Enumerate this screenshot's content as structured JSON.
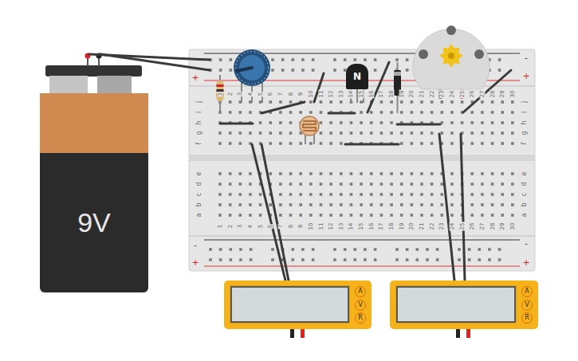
{
  "diagram": {
    "nodes": [
      {
        "text": [
          "9V"
        ]
      },
      {
        "text": [
          "N"
        ]
      },
      {
        "text": [
          "A",
          "V",
          "R"
        ]
      },
      {
        "text": [
          "A",
          "V",
          "R"
        ]
      }
    ],
    "labels": [
      "+",
      "-",
      "+",
      "1",
      "2",
      "3",
      "4",
      "5",
      "6",
      "7",
      "8",
      "9",
      "10",
      "11",
      "12",
      "13",
      "14",
      "15",
      "16",
      "17",
      "18",
      "19",
      "20",
      "21",
      "22",
      "23",
      "24",
      "25",
      "26",
      "27",
      "28",
      "29",
      "30",
      "j",
      "i",
      "h",
      "g",
      "f",
      "j",
      "i",
      "h",
      "g",
      "f",
      "e",
      "d",
      "c",
      "b",
      "a",
      "e",
      "d",
      "c",
      "b",
      "a",
      "1",
      "2",
      "3",
      "4",
      "5",
      "6",
      "7",
      "8",
      "9",
      "10",
      "11",
      "12",
      "13",
      "14",
      "15",
      "16",
      "17",
      "18",
      "19",
      "20",
      "21",
      "22",
      "23",
      "24",
      "25",
      "26",
      "27",
      "28",
      "29",
      "30",
      "-",
      "+",
      "-",
      "+"
    ]
  }
}
